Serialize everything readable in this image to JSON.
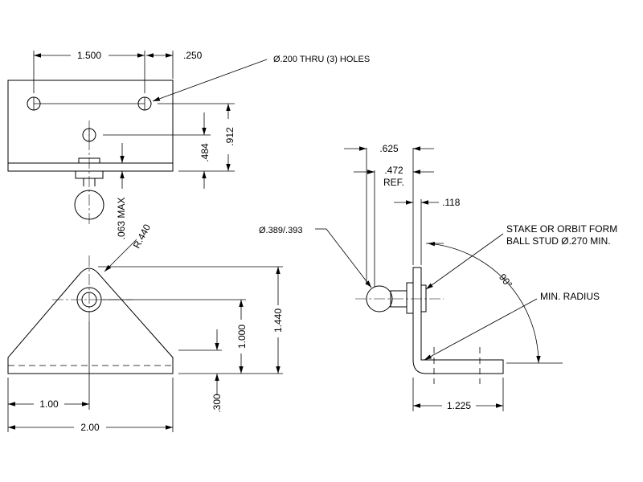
{
  "dimensions": {
    "top_hole_spacing": "1.500",
    "edge_to_hole": ".250",
    "hole_note": "Ø.200 THRU (3) HOLES",
    "hole_height_low": ".484",
    "hole_height_total": ".912",
    "material_thickness_max": ".063 MAX",
    "top_radius": "R.440",
    "hole_to_base": "1.000",
    "overall_height": "1.440",
    "base_thickness": ".300",
    "half_width": "1.00",
    "overall_width": "2.00",
    "side_width_outer": ".625",
    "side_width_ref": ".472",
    "ref_label": "REF.",
    "side_thickness": ".118",
    "ball_diameter": "Ø.389/.393",
    "stake_note_line1": "STAKE OR ORBIT FORM",
    "stake_note_line2": "BALL STUD Ø.270 MIN.",
    "angle": "90°",
    "min_radius": "MIN. RADIUS",
    "side_base_length": "1.225"
  }
}
